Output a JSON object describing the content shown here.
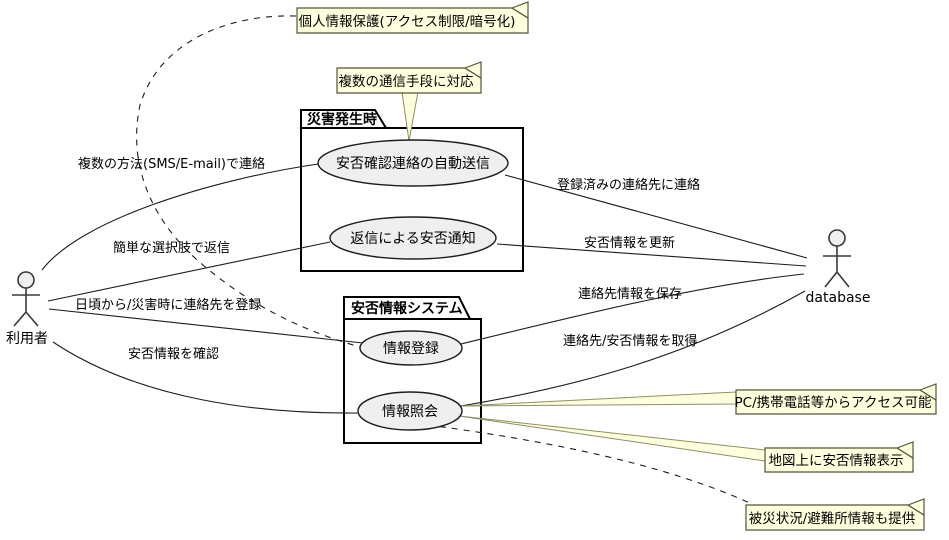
{
  "diagram": {
    "type": "usecase-diagram",
    "colors": {
      "background": "#FFFFFF",
      "note_fill": "#FEFFDD",
      "note_border": "#55553A",
      "shape_fill": "#EFEFEF",
      "shape_border": "#1D1D1D",
      "line": "#1D1D1D"
    }
  },
  "actors": [
    {
      "id": "user",
      "label": "利用者"
    },
    {
      "id": "database",
      "label": "database"
    }
  ],
  "packages": [
    {
      "id": "disaster-time",
      "title": "災害発生時"
    },
    {
      "id": "safety-info-system",
      "title": "安否情報システム"
    }
  ],
  "usecases": [
    {
      "id": "auto-send",
      "label": "安否確認連絡の自動送信",
      "package": "災害発生時"
    },
    {
      "id": "reply-notice",
      "label": "返信による安否通知",
      "package": "災害発生時"
    },
    {
      "id": "info-register",
      "label": "情報登録",
      "package": "安否情報システム"
    },
    {
      "id": "info-inquiry",
      "label": "情報照会",
      "package": "安否情報システム"
    }
  ],
  "associations": [
    {
      "from": "利用者",
      "to": "安否確認連絡の自動送信",
      "label": "複数の方法(SMS/E-mail)で連絡"
    },
    {
      "from": "利用者",
      "to": "返信による安否通知",
      "label": "簡単な選択肢で返信"
    },
    {
      "from": "利用者",
      "to": "情報登録",
      "label": "日頃から/災害時に連絡先を登録"
    },
    {
      "from": "利用者",
      "to": "情報照会",
      "label": "安否情報を確認"
    },
    {
      "from": "安否確認連絡の自動送信",
      "to": "database",
      "label": "登録済みの連絡先に連絡"
    },
    {
      "from": "返信による安否通知",
      "to": "database",
      "label": "安否情報を更新"
    },
    {
      "from": "情報登録",
      "to": "database",
      "label": "連絡先情報を保存"
    },
    {
      "from": "情報照会",
      "to": "database",
      "label": "連絡先/安否情報を取得"
    }
  ],
  "notes": [
    {
      "id": "privacy",
      "text": "個人情報保護(アクセス制限/暗号化)",
      "attached_to": "情報登録",
      "connector": "dashed"
    },
    {
      "id": "multi-channel",
      "text": "複数の通信手段に対応",
      "attached_to": "安否確認連絡の自動送信",
      "connector": "pointer"
    },
    {
      "id": "pc-mobile-access",
      "text": "PC/携帯電話等からアクセス可能",
      "attached_to": "情報照会",
      "connector": "pointer"
    },
    {
      "id": "map-display",
      "text": "地図上に安否情報表示",
      "attached_to": "情報照会",
      "connector": "pointer"
    },
    {
      "id": "shelter-info",
      "text": "被災状況/避難所情報も提供",
      "attached_to": "情報照会",
      "connector": "dashed"
    }
  ]
}
